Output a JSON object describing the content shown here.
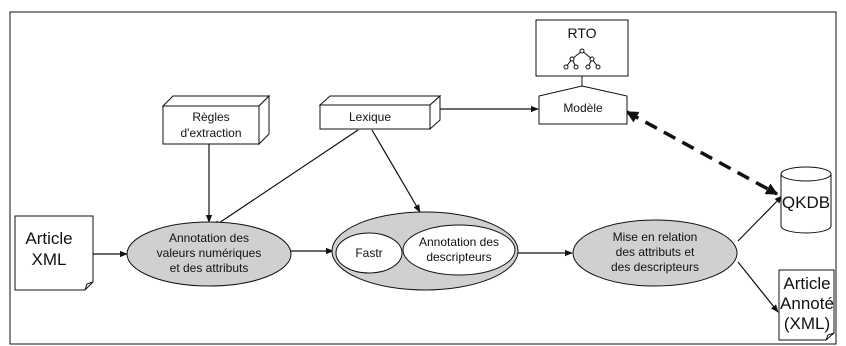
{
  "nodes": {
    "rto": {
      "label": "RTO"
    },
    "modele": {
      "label": "Modèle"
    },
    "lexique": {
      "label": "Lexique"
    },
    "regles": {
      "lines": [
        "Règles",
        "d'extraction"
      ]
    },
    "article_xml": {
      "lines": [
        "Article",
        "XML"
      ]
    },
    "annotation_valeurs": {
      "lines": [
        "Annotation des",
        "valeurs numériques",
        "et des attributs"
      ]
    },
    "fastr": {
      "label": "Fastr"
    },
    "annotation_descripteurs": {
      "lines": [
        "Annotation des",
        "descripteurs"
      ]
    },
    "mise_en_relation": {
      "lines": [
        "Mise en relation",
        "des attributs et",
        "des descripteurs"
      ]
    },
    "qkdb": {
      "label": "QKDB"
    },
    "article_annote": {
      "lines": [
        "Article",
        "Annoté",
        "(XML)"
      ]
    }
  },
  "colors": {
    "ellipse_fill": "#d0d0d0",
    "stroke": "#111111",
    "background": "#ffffff"
  }
}
